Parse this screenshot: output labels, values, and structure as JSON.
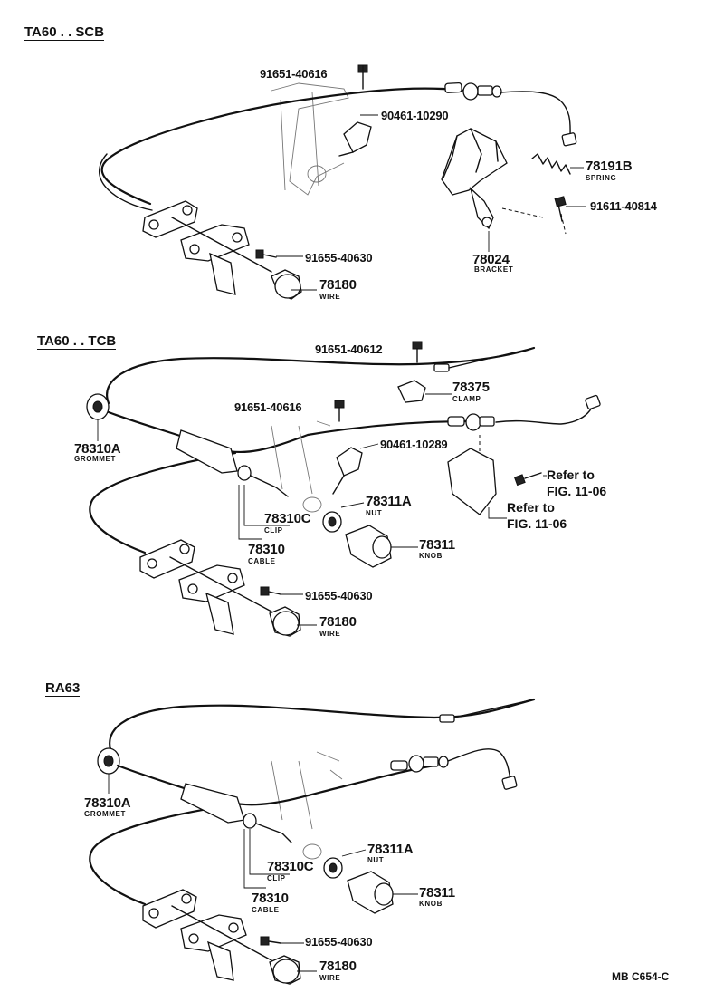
{
  "sections": [
    {
      "title": "TA60 . . SCB"
    },
    {
      "title": "TA60 . . TCB"
    },
    {
      "title": "RA63"
    }
  ],
  "s1": {
    "p1": "91651-40616",
    "p2": "90461-10290",
    "p3_num": "78191B",
    "p3_cap": "SPRING",
    "p4": "91611-40814",
    "p5_num": "78024",
    "p5_cap": "BRACKET",
    "p6": "91655-40630",
    "p7_num": "78180",
    "p7_cap": "WIRE"
  },
  "s2": {
    "p1": "91651-40612",
    "p2_num": "78375",
    "p2_cap": "CLAMP",
    "p3": "91651-40616",
    "p4": "90461-10289",
    "p5_num": "78310A",
    "p5_cap": "GROMMET",
    "p6_num": "78311A",
    "p6_cap": "NUT",
    "p7_num": "78310C",
    "p7_cap": "CLIP",
    "p8_num": "78310",
    "p8_cap": "CABLE",
    "p9_num": "78311",
    "p9_cap": "KNOB",
    "ref1a": "Refer to",
    "ref1b": "FIG. 11-06",
    "ref2a": "Refer to",
    "ref2b": "FIG. 11-06",
    "p10": "91655-40630",
    "p11_num": "78180",
    "p11_cap": "WIRE"
  },
  "s3": {
    "p1_num": "78310A",
    "p1_cap": "GROMMET",
    "p2_num": "78311A",
    "p2_cap": "NUT",
    "p3_num": "78310C",
    "p3_cap": "CLIP",
    "p4_num": "78311",
    "p4_cap": "KNOB",
    "p5_num": "78310",
    "p5_cap": "CABLE",
    "p6": "91655-40630",
    "p7_num": "78180",
    "p7_cap": "WIRE"
  },
  "footer": {
    "code": "MB  C654-C"
  }
}
